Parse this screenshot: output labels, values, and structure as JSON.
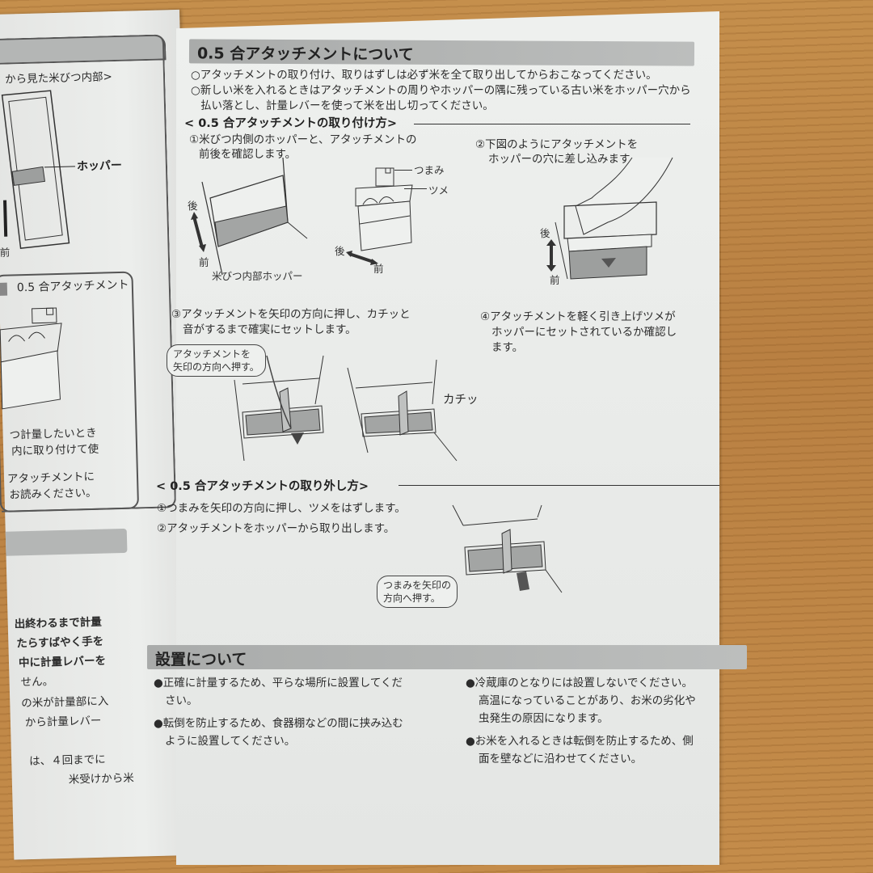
{
  "left_page": {
    "top_caption": "から見た米びつ内部>",
    "hopper_label": "ホッパー",
    "front_label": "前",
    "attachment_box_title": "0.5 合アタッチメント",
    "attachment_box_lines": [
      "つ計量したいとき",
      "内に取り付けて使",
      "アタッチメントに",
      "お読みください。"
    ],
    "bottom_lines": [
      "出終わるまで計量",
      "たらすばやく手を",
      "中に計量レバーを",
      "せん。",
      "の米が計量部に入",
      "から計量レバー",
      "は、４回までに",
      "米受けから米"
    ]
  },
  "right_page": {
    "section1": {
      "title": "0.5 合アタッチメントについて",
      "notes": [
        "○アタッチメントの取り付け、取りはずしは必ず米を全て取り出してからおこなってください。",
        "○新しい米を入れるときはアタッチメントの周りやホッパーの隅に残っている古い米をホッパー穴から",
        "払い落とし、計量レバーを使って米を出し切ってください。"
      ]
    },
    "install": {
      "heading": "< 0.5 合アタッチメントの取り付け方>",
      "step1": [
        "①米びつ内側のホッパーと、アタッチメントの",
        "前後を確認します。"
      ],
      "step1_labels": {
        "back": "後",
        "front": "前",
        "hopper_caption": "米びつ内部ホッパー",
        "knob": "つまみ",
        "claw": "ツメ",
        "back2": "後",
        "front2": "前"
      },
      "step2": [
        "②下図のようにアタッチメントを",
        "ホッパーの穴に差し込みます。"
      ],
      "step2_labels": {
        "back": "後",
        "front": "前"
      },
      "step3": [
        "③アタッチメントを矢印の方向に押し、カチッと",
        "音がするまで確実にセットします。"
      ],
      "step3_bubble": [
        "アタッチメントを",
        "矢印の方向へ押す。"
      ],
      "step3_click": "カチッ",
      "step4": [
        "④アタッチメントを軽く引き上げツメが",
        "ホッパーにセットされているか確認し",
        "ます。"
      ]
    },
    "remove": {
      "heading": "< 0.5 合アタッチメントの取り外し方>",
      "steps": [
        "①つまみを矢印の方向に押し、ツメをはずします。",
        "②アタッチメントをホッパーから取り出します。"
      ],
      "bubble": [
        "つまみを矢印の",
        "方向へ押す。"
      ]
    },
    "section2": {
      "title": "設置について",
      "left_bullets": [
        [
          "●正確に計量するため、平らな場所に設置してくだ",
          "さい。"
        ],
        [
          "●転倒を防止するため、食器棚などの間に挟み込む",
          "ように設置してください。"
        ]
      ],
      "right_bullets": [
        [
          "●冷蔵庫のとなりには設置しないでください。",
          "高温になっていることがあり、お米の劣化や",
          "虫発生の原因になります。"
        ],
        [
          "●お米を入れるときは転倒を防止するため、側",
          "面を壁などに沿わせてください。"
        ]
      ]
    }
  },
  "colors": {
    "table_wood": "#c08848",
    "paper": "#eceeec",
    "header_bar": "#b3b5b4",
    "ink": "#2c2c2c",
    "illustration_fill": "#9d9f9e"
  }
}
